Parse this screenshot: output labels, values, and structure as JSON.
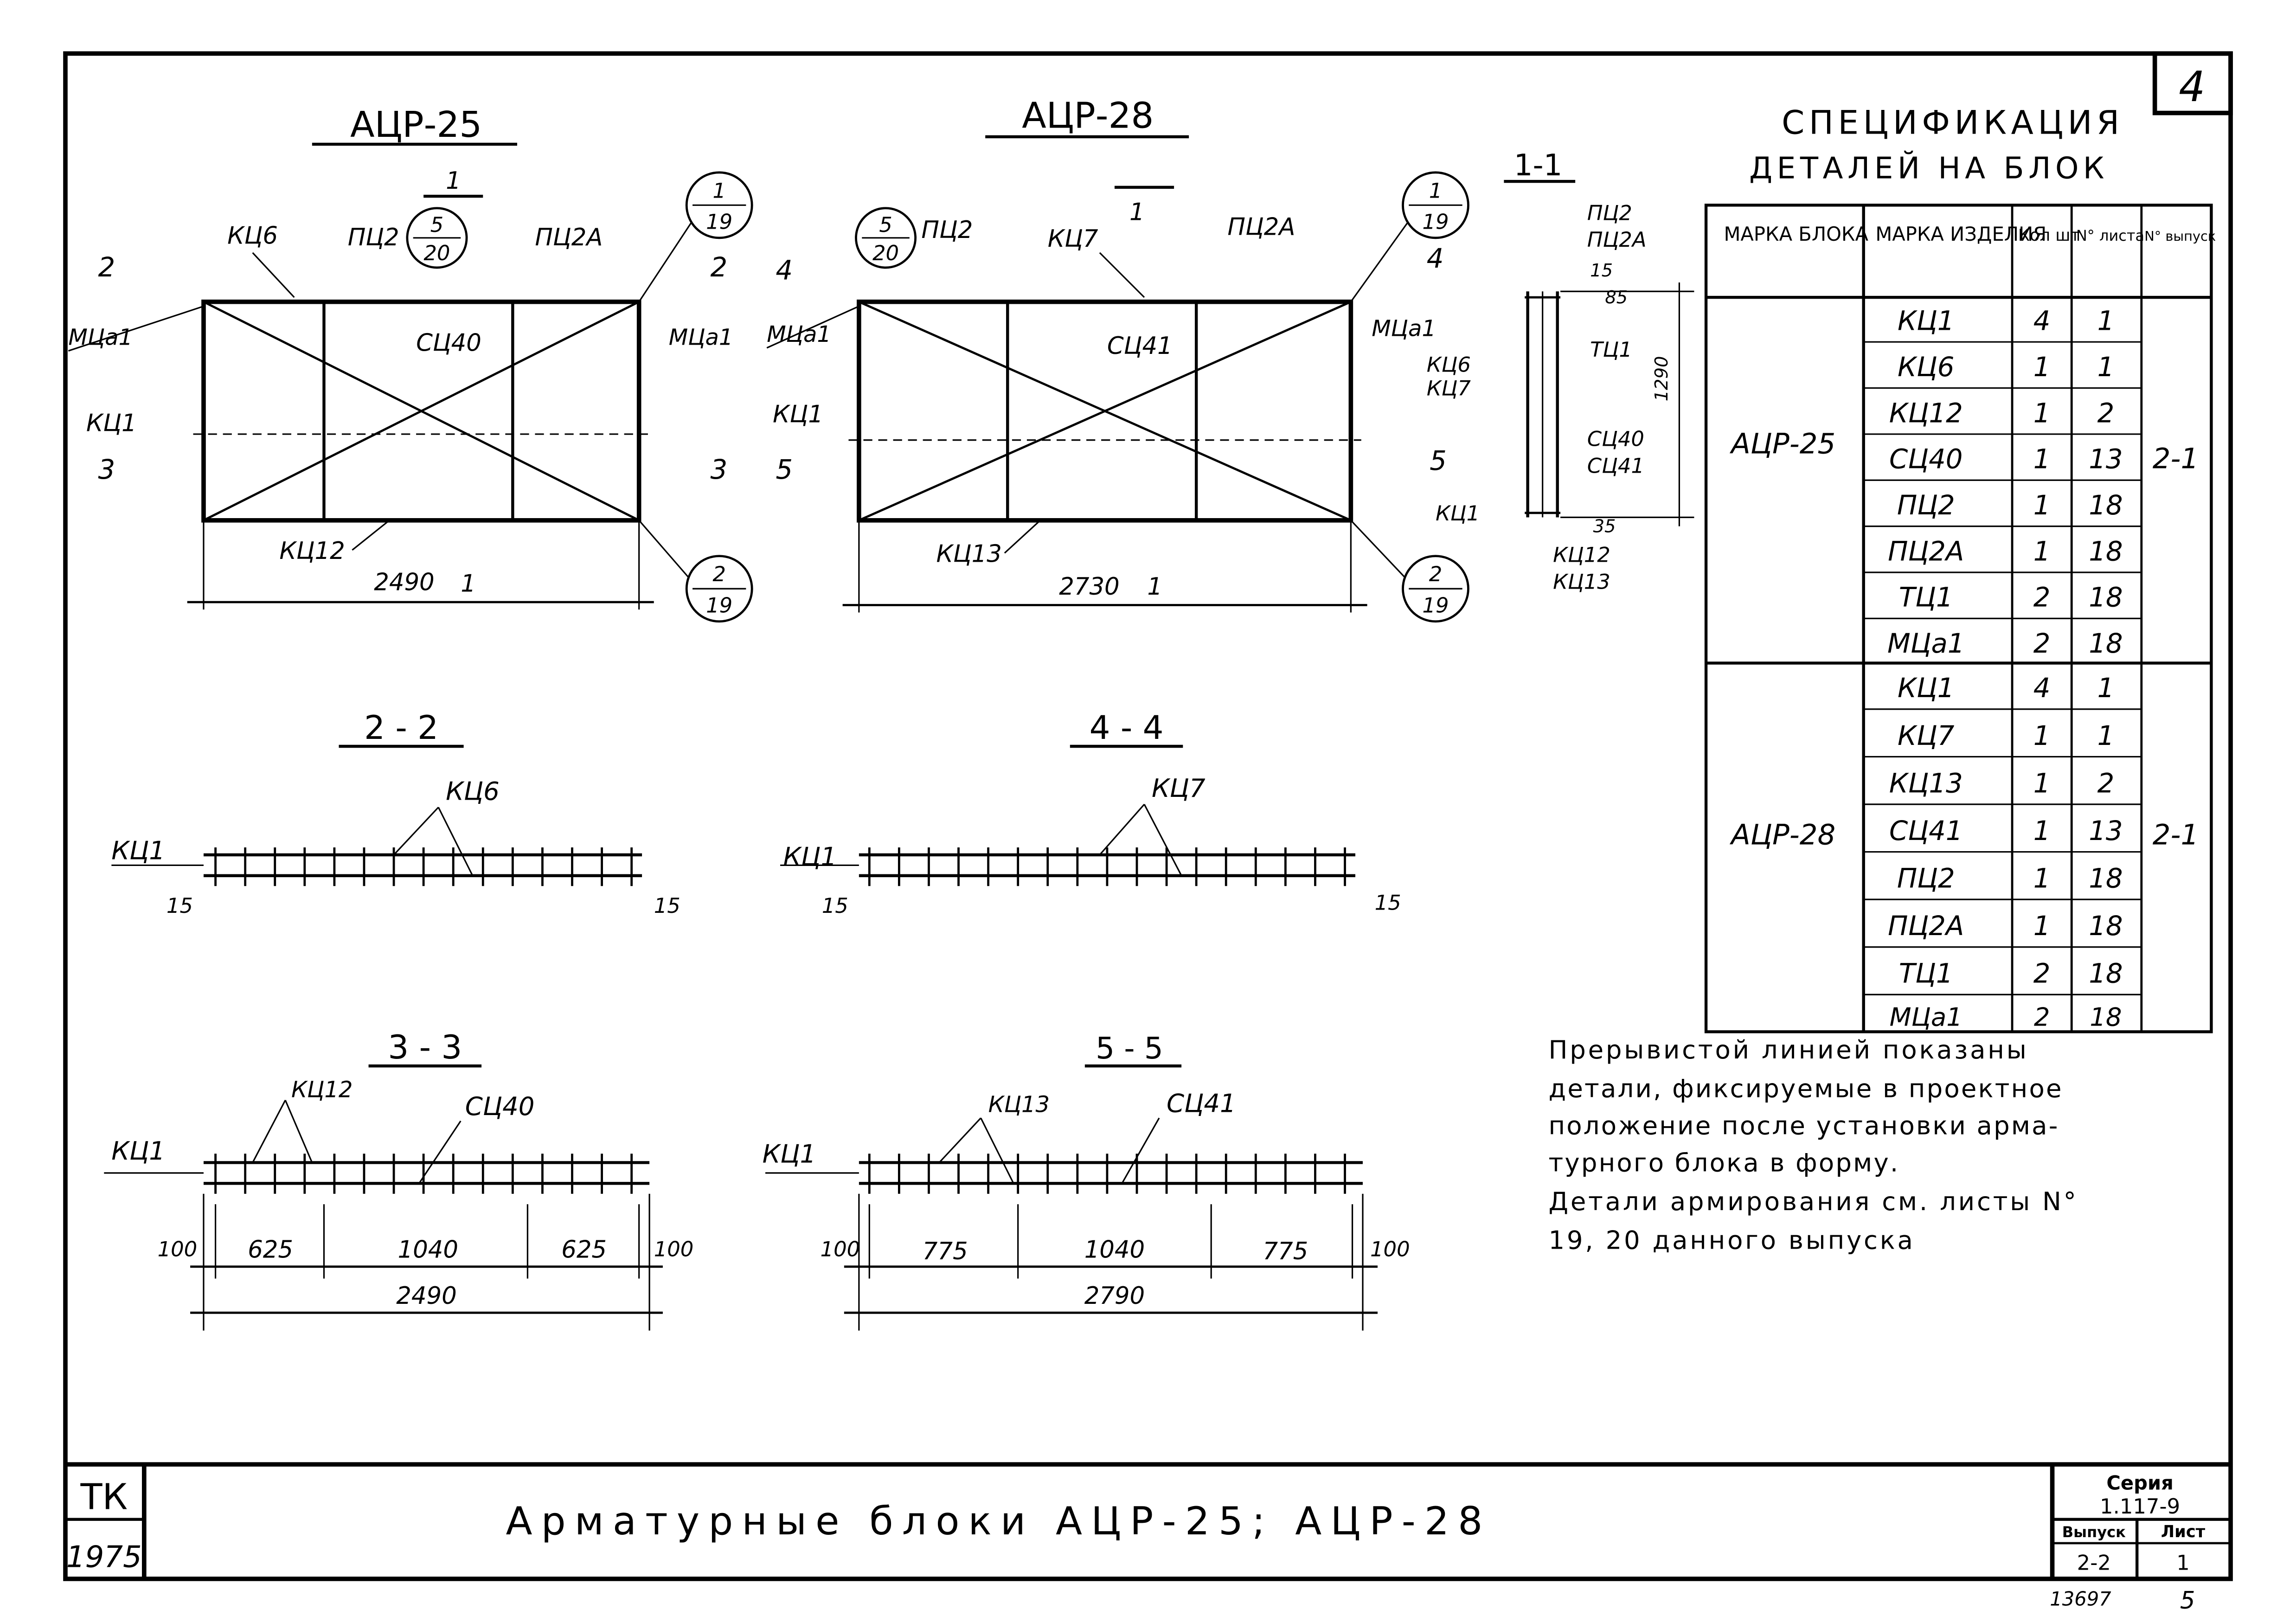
{
  "sheet_number": "4",
  "views": {
    "acr25_title": "АЦР-25",
    "acr28_title": "АЦР-28",
    "section_1_1": "1-1",
    "section_2_2": "2 - 2",
    "section_3_3": "3 - 3",
    "section_4_4": "4 - 4",
    "section_5_5": "5 - 5"
  },
  "acr25_labels": {
    "kc6": "КЦ6",
    "pc2": "ПЦ2",
    "pc2a": "ПЦ2А",
    "mca1_left": "МЦа1",
    "mca1_right": "МЦа1",
    "sc40": "СЦ40",
    "kc1": "КЦ1",
    "kc12": "КЦ12",
    "dim_len": "2490",
    "cut_top": "1",
    "cut_bottom": "1",
    "sec2": "2",
    "sec2b": "2",
    "sec3": "3",
    "sec3b": "3",
    "callout_top_num": "5",
    "callout_top_den": "20",
    "callout_right_num": "1",
    "callout_right_den": "19",
    "callout_br_num": "2",
    "callout_br_den": "19"
  },
  "acr28_labels": {
    "kc7": "КЦ7",
    "pc2": "ПЦ2",
    "pc2a": "ПЦ2А",
    "mca1_left": "МЦа1",
    "mca1_right": "МЦа1",
    "sc41": "СЦ41",
    "kc1": "КЦ1",
    "kc13": "КЦ13",
    "dim_len": "2730",
    "cut_top": "1",
    "cut_bottom": "1",
    "sec4": "4",
    "sec4b": "4",
    "sec5": "5",
    "sec5b": "5",
    "callout_top_num": "5",
    "callout_top_den": "20",
    "callout_right_num": "1",
    "callout_right_den": "19",
    "callout_br_num": "2",
    "callout_br_den": "19"
  },
  "sec11_labels": {
    "pc2": "ПЦ2",
    "pc2a": "ПЦ2А",
    "d15": "15",
    "d85": "85",
    "tc1": "ТЦ1",
    "kc6": "КЦ6",
    "kc7": "КЦ7",
    "h1290": "1290",
    "sc40": "СЦ40",
    "sc41": "СЦ41",
    "kc1": "КЦ1",
    "d35": "35",
    "kc12": "КЦ12",
    "kc13": "КЦ13"
  },
  "sec22_labels": {
    "kc6": "КЦ6",
    "kc1": "КЦ1",
    "d15l": "15",
    "d15r": "15"
  },
  "sec44_labels": {
    "kc7": "КЦ7",
    "kc1": "КЦ1",
    "d15l": "15",
    "d15r": "15"
  },
  "sec33_labels": {
    "kc12": "КЦ12",
    "sc40": "СЦ40",
    "kc1": "КЦ1",
    "d100l": "100",
    "d625a": "625",
    "d1040": "1040",
    "d625b": "625",
    "d100r": "100",
    "total": "2490"
  },
  "sec55_labels": {
    "kc13": "КЦ13",
    "sc41": "СЦ41",
    "kc1": "КЦ1",
    "d100l": "100",
    "d775a": "775",
    "d1040": "1040",
    "d775b": "775",
    "d100r": "100",
    "total": "2790"
  },
  "spec": {
    "title_line1": "СПЕЦИФИКАЦИЯ",
    "title_line2": "ДЕТАЛЕЙ НА БЛОК",
    "headers": [
      "МАРКА БЛОКА",
      "МАРКА ИЗДЕЛИЯ",
      "Кол шт",
      "N° листа",
      "N° выпуск"
    ],
    "groups": [
      {
        "block": "АЦР-25",
        "issue": "2-1",
        "rows": [
          [
            "КЦ1",
            "4",
            "1"
          ],
          [
            "КЦ6",
            "1",
            "1"
          ],
          [
            "КЦ12",
            "1",
            "2"
          ],
          [
            "СЦ40",
            "1",
            "13"
          ],
          [
            "ПЦ2",
            "1",
            "18"
          ],
          [
            "ПЦ2А",
            "1",
            "18"
          ],
          [
            "ТЦ1",
            "2",
            "18"
          ],
          [
            "МЦа1",
            "2",
            "18"
          ]
        ]
      },
      {
        "block": "АЦР-28",
        "issue": "2-1",
        "rows": [
          [
            "КЦ1",
            "4",
            "1"
          ],
          [
            "КЦ7",
            "1",
            "1"
          ],
          [
            "КЦ13",
            "1",
            "2"
          ],
          [
            "СЦ41",
            "1",
            "13"
          ],
          [
            "ПЦ2",
            "1",
            "18"
          ],
          [
            "ПЦ2А",
            "1",
            "18"
          ],
          [
            "ТЦ1",
            "2",
            "18"
          ],
          [
            "МЦа1",
            "2",
            "18"
          ]
        ]
      }
    ]
  },
  "note": {
    "line1": "Прерывистой линией показаны",
    "line2": "детали, фиксируемые в проектное",
    "line3": "положение после установки арма-",
    "line4": "турного блока в форму.",
    "line5": "Детали армирования см. листы N°",
    "line6": "19, 20 данного выпуска"
  },
  "title_block": {
    "org": "ТК",
    "year": "1975",
    "title": "Арматурные блоки АЦР-25; АЦР-28",
    "series_label": "Серия",
    "series": "1.117-9",
    "issue_label": "Выпуск",
    "sheet_label": "Лист",
    "issue": "2-2",
    "sheet": "1"
  },
  "footer": {
    "inv": "13697",
    "page": "5"
  }
}
